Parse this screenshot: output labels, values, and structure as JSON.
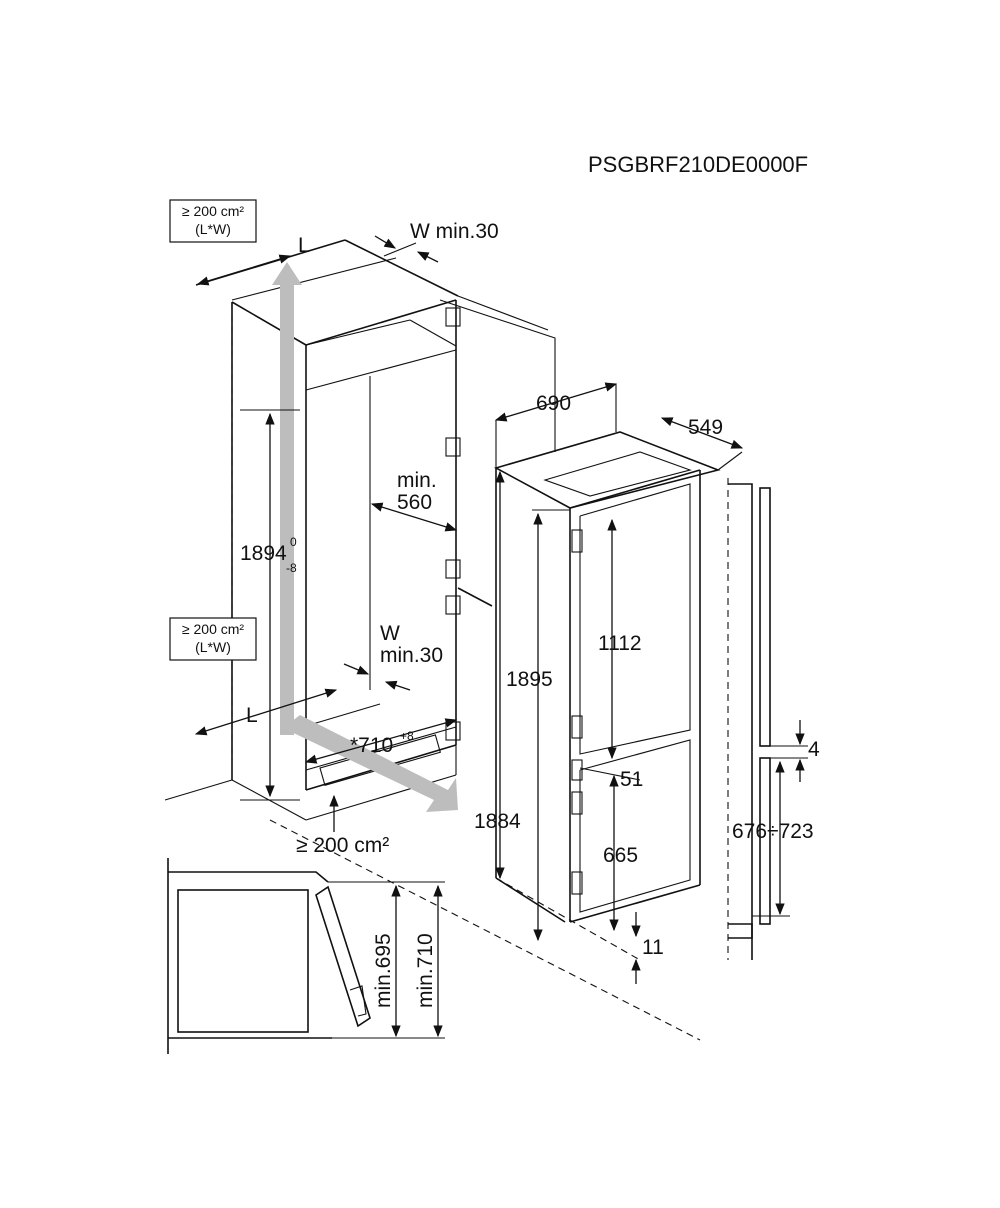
{
  "model_code": "PSGBRF210DE0000F",
  "vent_top": {
    "line1": "≥ 200 cm²",
    "line2": "(L*W)"
  },
  "vent_middle": {
    "line1": "≥ 200 cm²",
    "line2": "(L*W)"
  },
  "vent_bottom_label": "≥ 200 cm²",
  "label_L": "L",
  "label_W": "W",
  "w_min30_top": "W min.30",
  "w_min30_mid": "min.30",
  "niche_height": {
    "value": "1894",
    "upper_tol": "0",
    "lower_tol": "-8"
  },
  "niche_depth_min_line1": "min.",
  "niche_depth_min_line2": "560",
  "plinth_depth": {
    "value": "*710",
    "tol": "+8"
  },
  "appliance_depth": "690",
  "appliance_width": "549",
  "appliance_height": "1895",
  "appliance_height_rear": "1884",
  "upper_door": "1112",
  "door_gap": "51",
  "lower_door": "665",
  "bottom_gap": "11",
  "side_gap": "4",
  "lower_door_range": "676÷723",
  "door_open_min695": "min.695",
  "door_open_min710": "min.710",
  "colors": {
    "line": "#111111",
    "airflow_arrow": "#bdbdbd",
    "door_panel": "#d6d6d6"
  }
}
